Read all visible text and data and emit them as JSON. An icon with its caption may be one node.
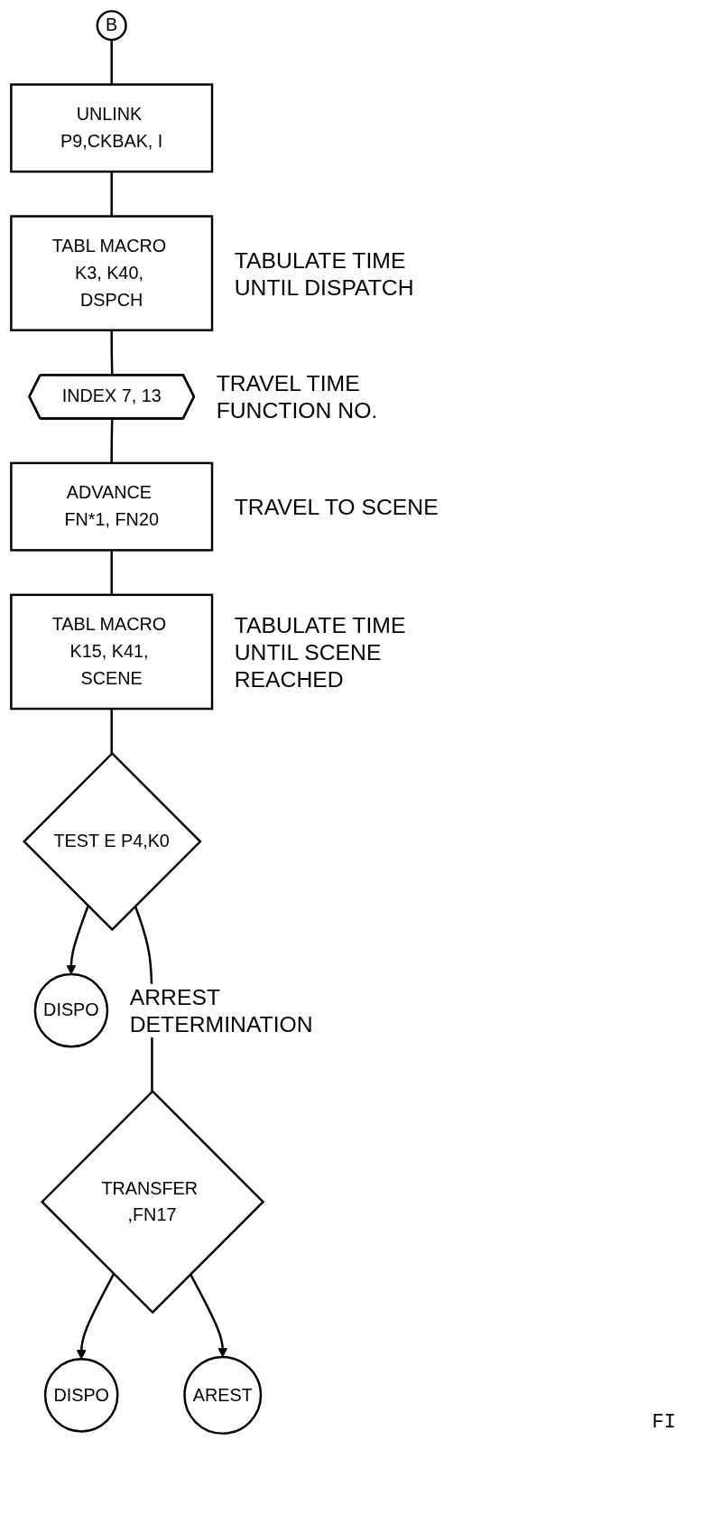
{
  "diagram": {
    "nodes": [
      {
        "text": [
          "B"
        ]
      },
      {
        "text": [
          "UNLINK P9,CKBAK, I"
        ]
      },
      {
        "text": [
          "TABL MACRO K3, K40, DSPCH"
        ],
        "beside": [
          "TABULATE TIME UNTIL DISPATCH"
        ]
      },
      {
        "text": [
          "INDEX 7, 13"
        ],
        "beside": [
          "TRAVEL TIME FUNCTION NO."
        ]
      },
      {
        "text": [
          "ADVANCE FN*1, FN20"
        ],
        "beside": [
          "TRAVEL TO SCENE"
        ]
      },
      {
        "text": [
          "TABL MACRO K15, K41, SCENE"
        ],
        "beside": [
          "TABULATE TIME UNTIL SCENE REACHED"
        ]
      },
      {
        "text": [
          "TEST E P4,K0"
        ]
      },
      {
        "text": [
          "DISPO"
        ],
        "beside": [
          "ARREST DETERMINATION"
        ]
      },
      {
        "text": [
          "TRANSFER ,FN17"
        ]
      },
      {
        "text": [
          "DISPO"
        ]
      },
      {
        "text": [
          "AREST"
        ]
      }
    ],
    "edges": [
      {
        "from": 0,
        "to": 1,
        "arrow": "none"
      },
      {
        "from": 1,
        "to": 2,
        "arrow": "none"
      },
      {
        "from": 2,
        "to": 3,
        "arrow": "none"
      },
      {
        "from": 3,
        "to": 4,
        "arrow": "none"
      },
      {
        "from": 4,
        "to": 5,
        "arrow": "none"
      },
      {
        "from": 5,
        "to": 6,
        "arrow": "none"
      },
      {
        "from": 6,
        "to": 7,
        "arrow": "to"
      },
      {
        "from": 6,
        "to": 8,
        "arrow": "none"
      },
      {
        "from": 8,
        "to": 9,
        "arrow": "to"
      },
      {
        "from": 8,
        "to": 10,
        "arrow": "to"
      }
    ],
    "labels": [
      "FI"
    ]
  }
}
